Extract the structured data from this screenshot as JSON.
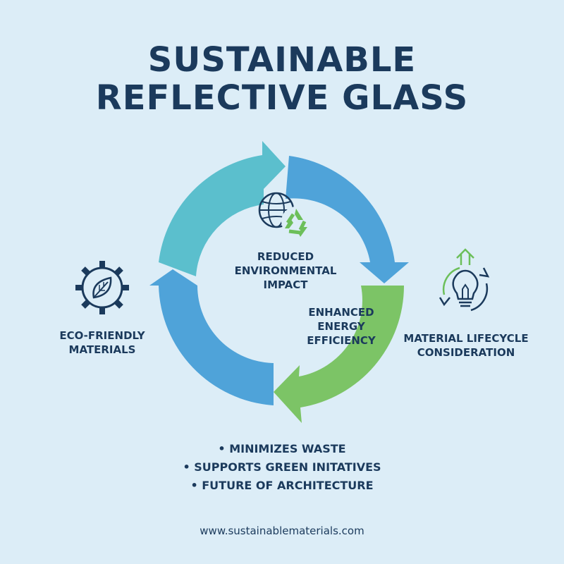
{
  "title": {
    "line1": "SUSTAINABLE",
    "line2": "REFLECTIVE GLASS"
  },
  "center_label": {
    "line1": "REDUCED",
    "line2": "ENVIRONMENTAL",
    "line3": "IMPACT"
  },
  "energy_label": {
    "line1": "ENHANCED",
    "line2": "ENERGY",
    "line3": "EFFICIENCY"
  },
  "left_label": {
    "line1": "ECO-FRIENDLY",
    "line2": "MATERIALS"
  },
  "right_label": {
    "line1": "MATERIAL LIFECYCLE",
    "line2": "CONSIDERATION"
  },
  "bullets": [
    "MINIMIZES WASTE",
    "SUPPORTS GREEN INITATIVES",
    "FUTURE OF ARCHITECTURE"
  ],
  "footer": "www.sustainablematerials.com",
  "icons": {
    "center": "globe-recycle-icon",
    "left": "gear-leaf-icon",
    "right": "lightbulb-cycle-icon"
  },
  "colors": {
    "background": "#dcedf7",
    "text": "#1b3a5c",
    "arrow_teal": "#5bbfcd",
    "arrow_blue": "#4fa3d9",
    "arrow_green": "#7cc466",
    "recycle_green": "#6cbf5a"
  }
}
